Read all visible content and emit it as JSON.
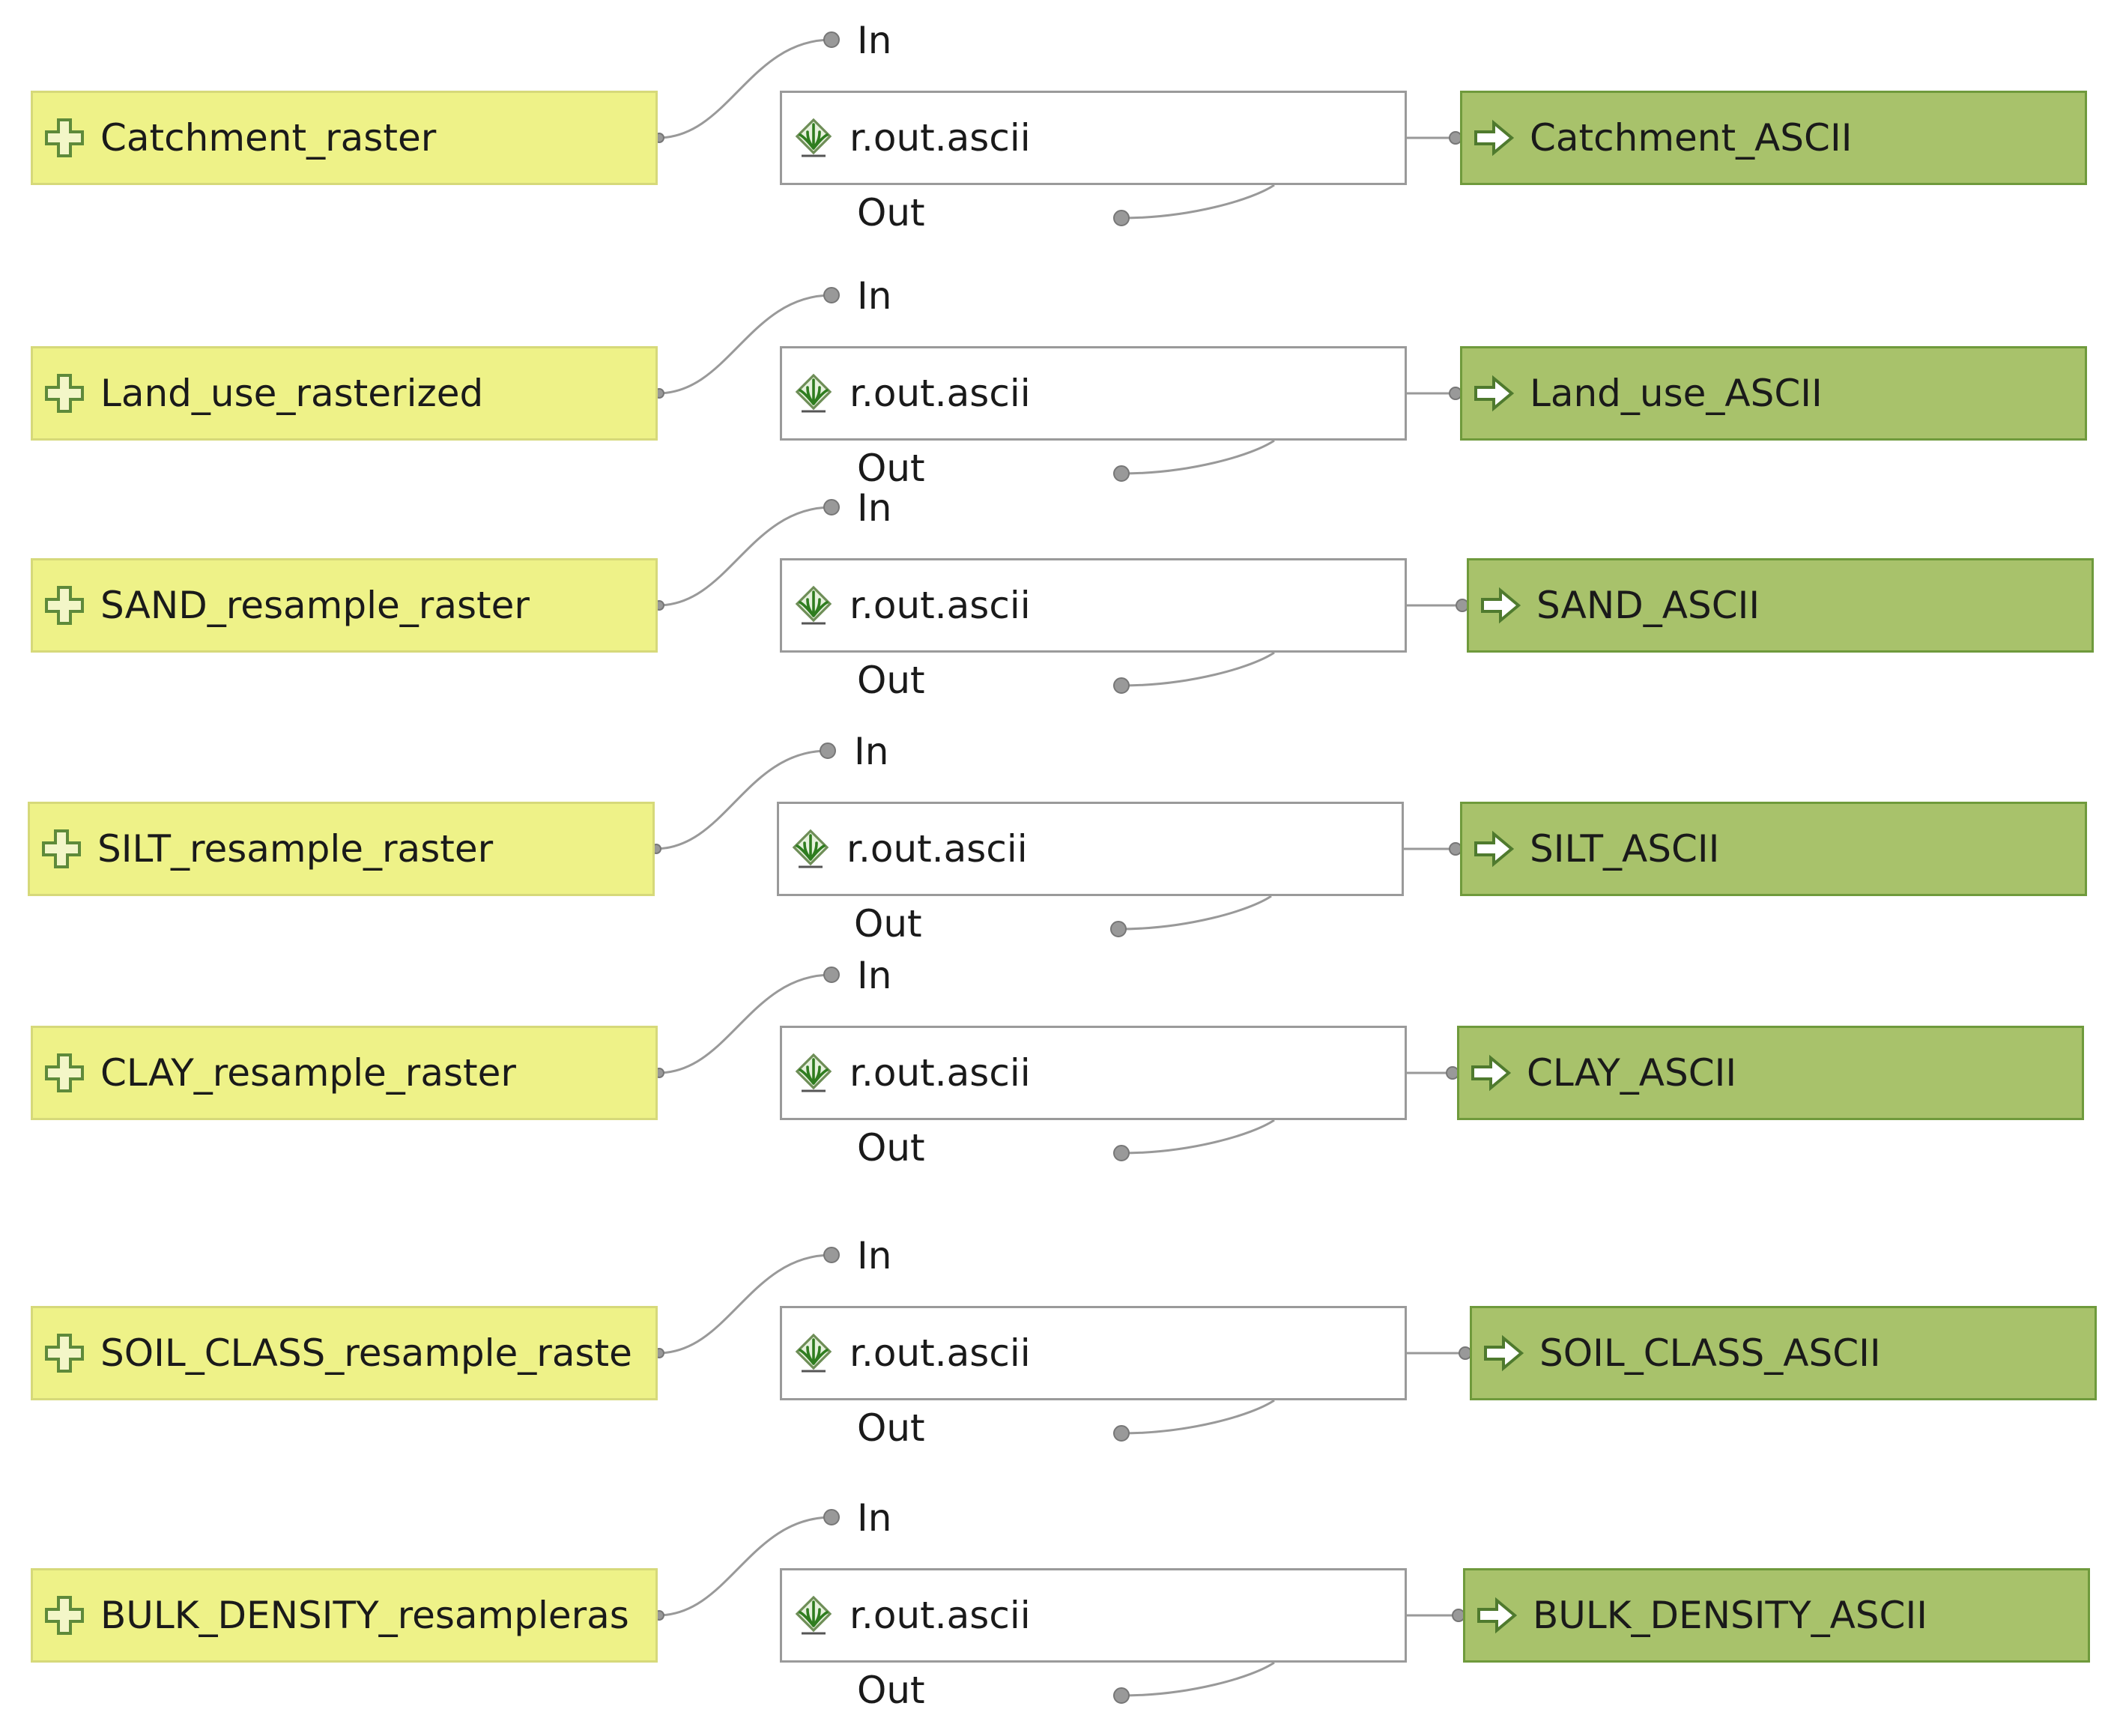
{
  "icons": {
    "input": "plus-icon",
    "algorithm": "grass-icon",
    "output": "arrow-right-icon"
  },
  "colors": {
    "input_fill": "#eef288",
    "output_fill": "#a8c26b",
    "algorithm_fill": "#ffffff",
    "connector": "#999999"
  },
  "rows": [
    {
      "input": "Catchment_raster",
      "in_port": "In",
      "algorithm": "r.out.ascii",
      "out_port": "Out",
      "output": "Catchment_ASCII"
    },
    {
      "input": "Land_use_rasterized",
      "in_port": "In",
      "algorithm": "r.out.ascii",
      "out_port": "Out",
      "output": "Land_use_ASCII"
    },
    {
      "input": "SAND_resample_raster",
      "in_port": "In",
      "algorithm": "r.out.ascii",
      "out_port": "Out",
      "output": "SAND_ASCII"
    },
    {
      "input": "SILT_resample_raster",
      "in_port": "In",
      "algorithm": "r.out.ascii",
      "out_port": "Out",
      "output": "SILT_ASCII"
    },
    {
      "input": "CLAY_resample_raster",
      "in_port": "In",
      "algorithm": "r.out.ascii",
      "out_port": "Out",
      "output": "CLAY_ASCII"
    },
    {
      "input": "SOIL_CLASS_resample_raste",
      "in_port": "In",
      "algorithm": "r.out.ascii",
      "out_port": "Out",
      "output": "SOIL_CLASS_ASCII"
    },
    {
      "input": "BULK_DENSITY_resampleras",
      "in_port": "In",
      "algorithm": "r.out.ascii",
      "out_port": "Out",
      "output": "BULK_DENSITY_ASCII"
    }
  ]
}
